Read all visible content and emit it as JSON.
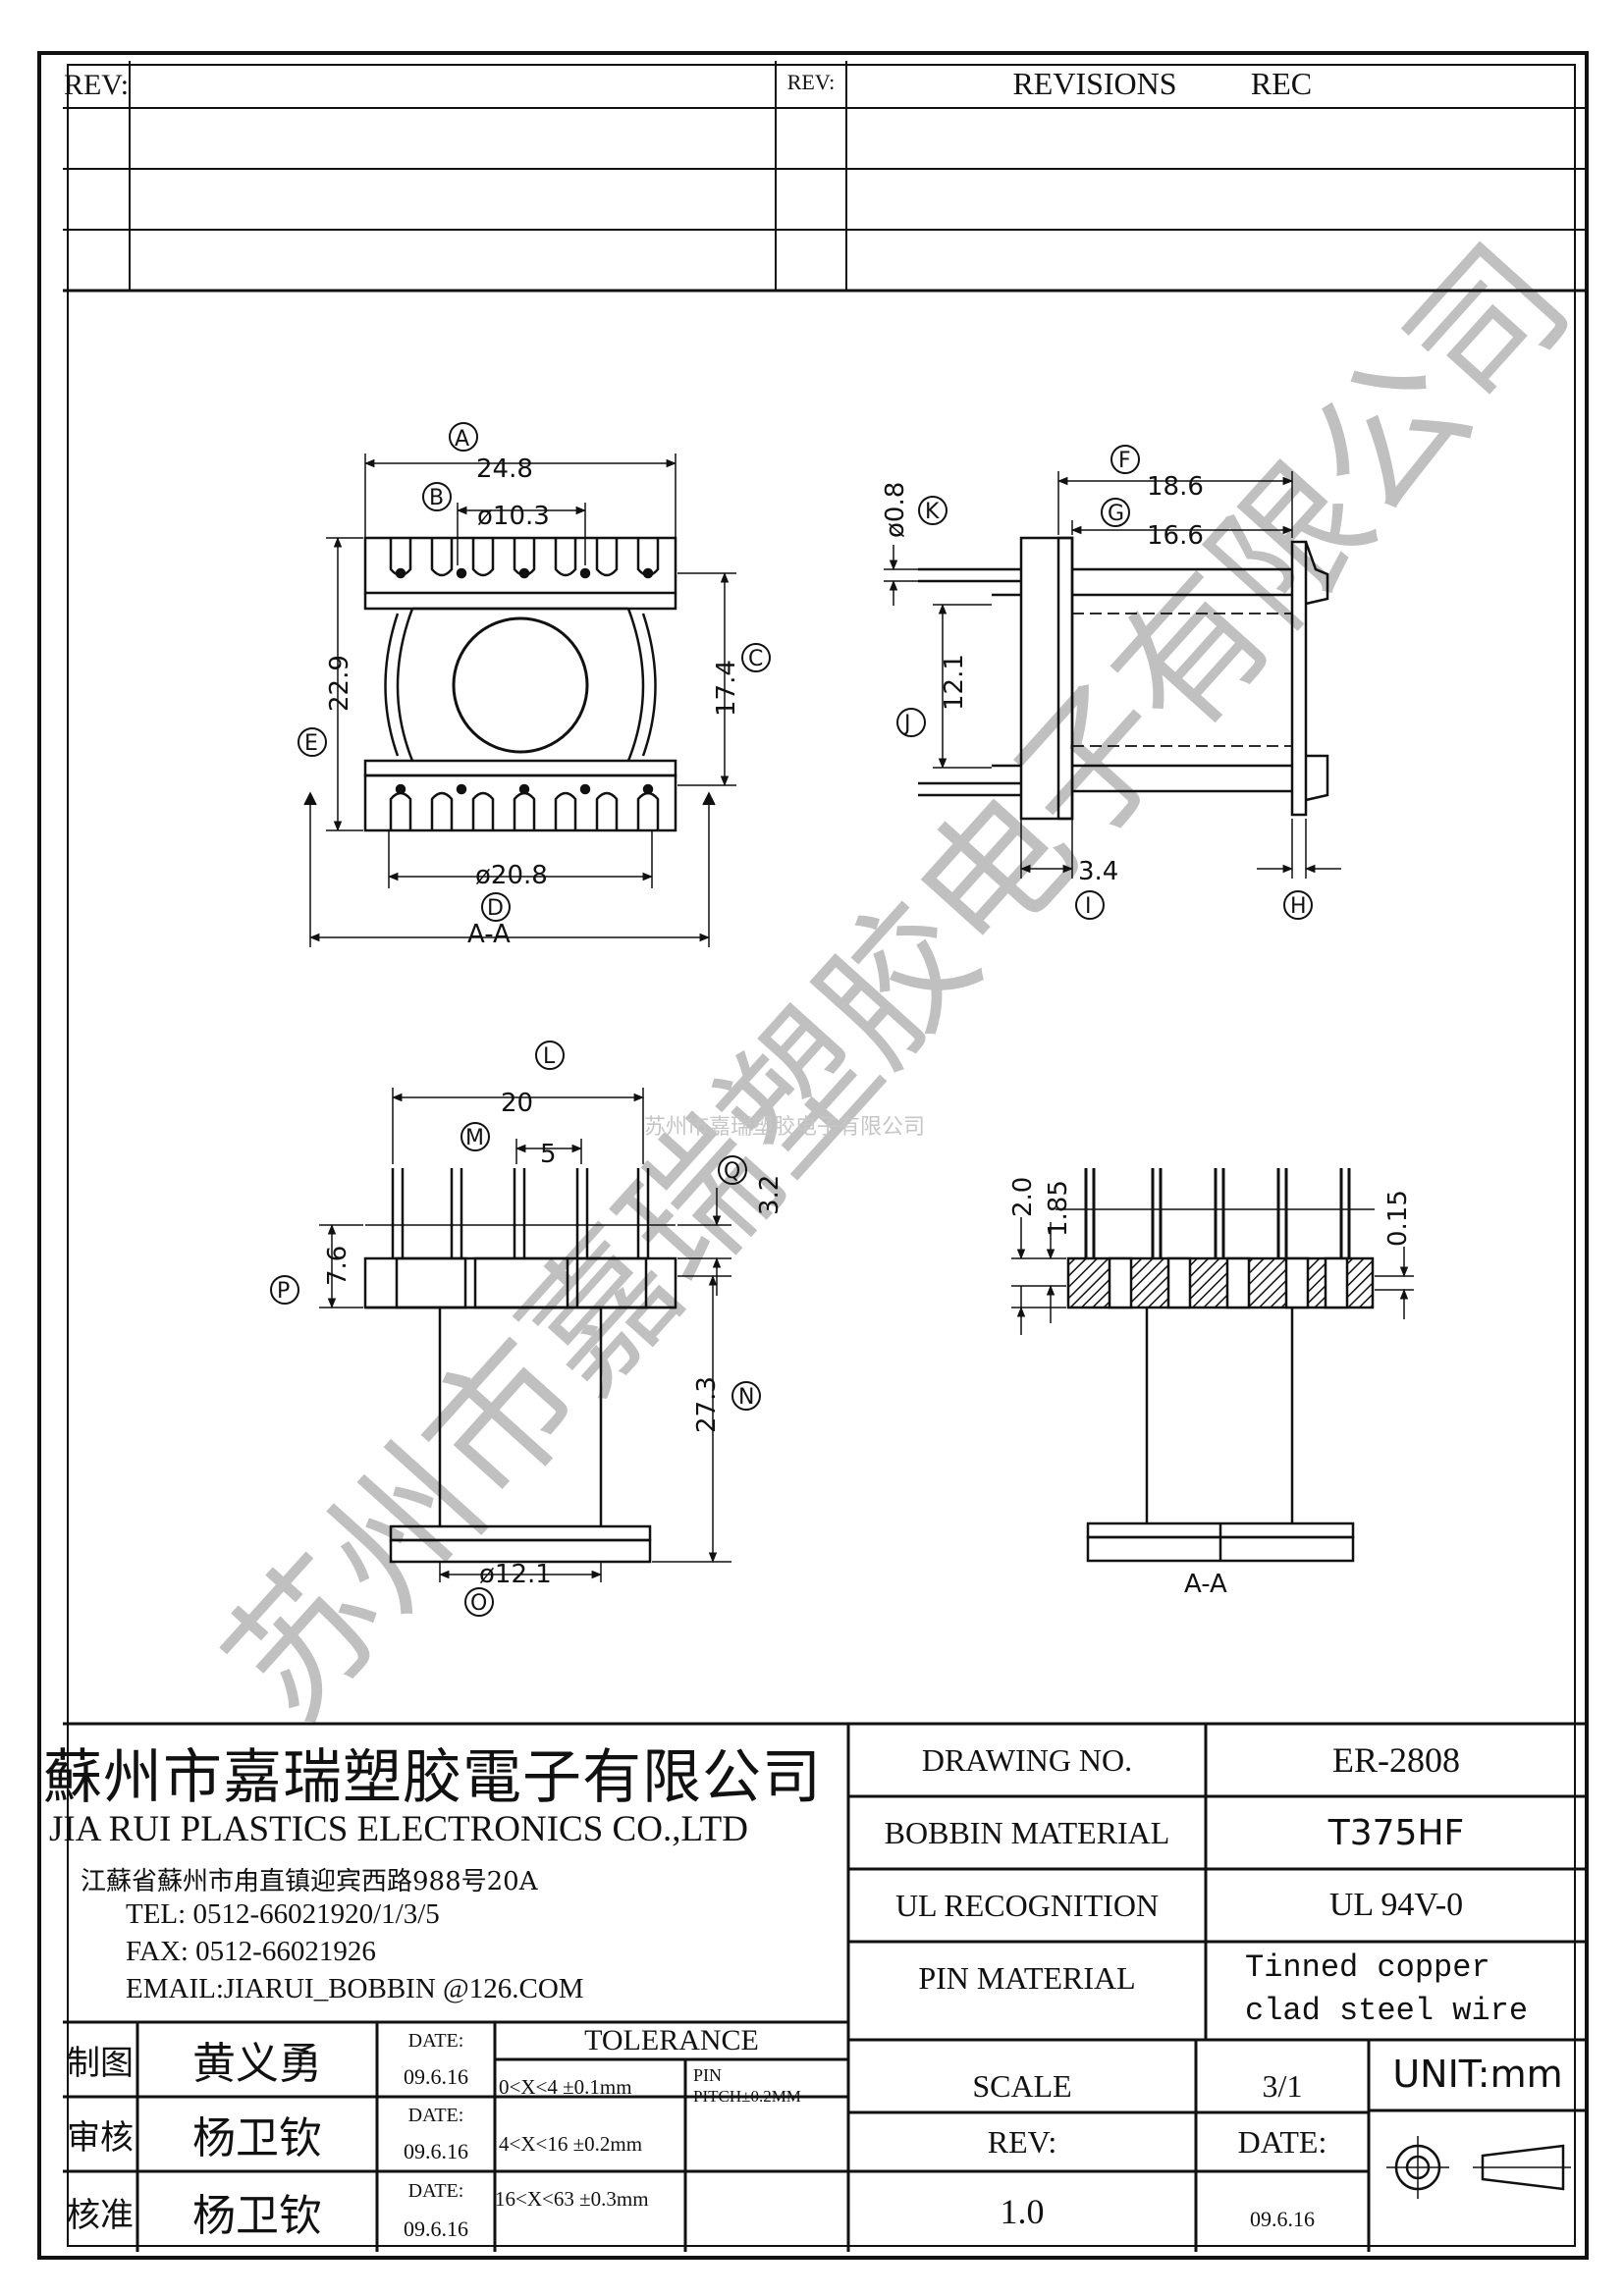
{
  "revision_table": {
    "rev_label_left": "REV:",
    "rev_label_right": "REV:",
    "revisions_header": "REVISIONS",
    "rec_header": "REC"
  },
  "top_view": {
    "dim_A": "24.8",
    "callout_A": "A",
    "dim_B": "ø10.3",
    "callout_B": "B",
    "dim_C": "17.4",
    "callout_C": "C",
    "dim_D": "ø20.8",
    "callout_D": "D",
    "dim_E": "22.9",
    "callout_E": "E",
    "section_label": "A-A"
  },
  "side_view": {
    "dim_F": "18.6",
    "callout_F": "F",
    "dim_G": "16.6",
    "callout_G": "G",
    "dim_K": "ø0.8",
    "callout_K": "K",
    "dim_J": "12.1",
    "callout_J": "J",
    "dim_I": "3.4",
    "callout_I": "I",
    "callout_H": "H"
  },
  "front_view": {
    "dim_L": "20",
    "callout_L": "L",
    "dim_M": "5",
    "callout_M": "M",
    "dim_Q": "3.2",
    "callout_Q": "Q",
    "dim_P": "7.6",
    "callout_P": "P",
    "dim_N": "27.3",
    "callout_N": "N",
    "dim_O": "ø12.1",
    "callout_O": "O"
  },
  "section_view": {
    "dim_20": "2.0",
    "dim_185": "1.85",
    "dim_015": "0.15",
    "section_label": "A-A"
  },
  "watermark_small": "苏州市嘉瑞塑胶电子有限公司",
  "company": {
    "name_cn": "蘇州市嘉瑞塑胶電子有限公司",
    "name_en": "JIA RUI PLASTICS ELECTRONICS CO.,LTD",
    "address": "江蘇省蘇州市甪直镇迎宾西路988号20A",
    "tel": "TEL: 0512-66021920/1/3/5",
    "fax": "FAX: 0512-66021926",
    "email": "EMAIL:JIARUI_BOBBIN @126.COM"
  },
  "spec": {
    "drawing_no_label": "DRAWING  NO.",
    "drawing_no": "ER-2808",
    "bobbin_material_label": "BOBBIN  MATERIAL",
    "bobbin_material": "T375HF",
    "ul_label": "UL RECOGNITION",
    "ul_value": "UL 94V-0",
    "pin_material_label": "PIN MATERIAL",
    "pin_material_1": "Tinned copper",
    "pin_material_2": "clad steel wire",
    "scale_label": "SCALE",
    "scale_value": "3/1",
    "unit": "UNIT:mm",
    "rev_label": "REV:",
    "rev_value": "1.0",
    "date_label": "DATE:",
    "date_value": "09.6.16"
  },
  "signoff": {
    "drawn_label": "制图",
    "drawn_name": "黄义勇",
    "drawn_date_label": "DATE:",
    "drawn_date": "09.6.16",
    "check_label": "审核",
    "check_name": "杨卫钦",
    "check_date_label": "DATE:",
    "check_date": "09.6.16",
    "approve_label": "核准",
    "approve_name": "杨卫钦",
    "approve_date_label": "DATE:",
    "approve_date": "09.6.16"
  },
  "tolerance": {
    "header": "TOLERANCE",
    "row1": "0<X<4  ±0.1mm",
    "row2": "4<X<16 ±0.2mm",
    "row3": "16<X<63 ±0.3mm",
    "pin_label": "PIN",
    "pin_pitch": "PITCH±0.2MM"
  }
}
